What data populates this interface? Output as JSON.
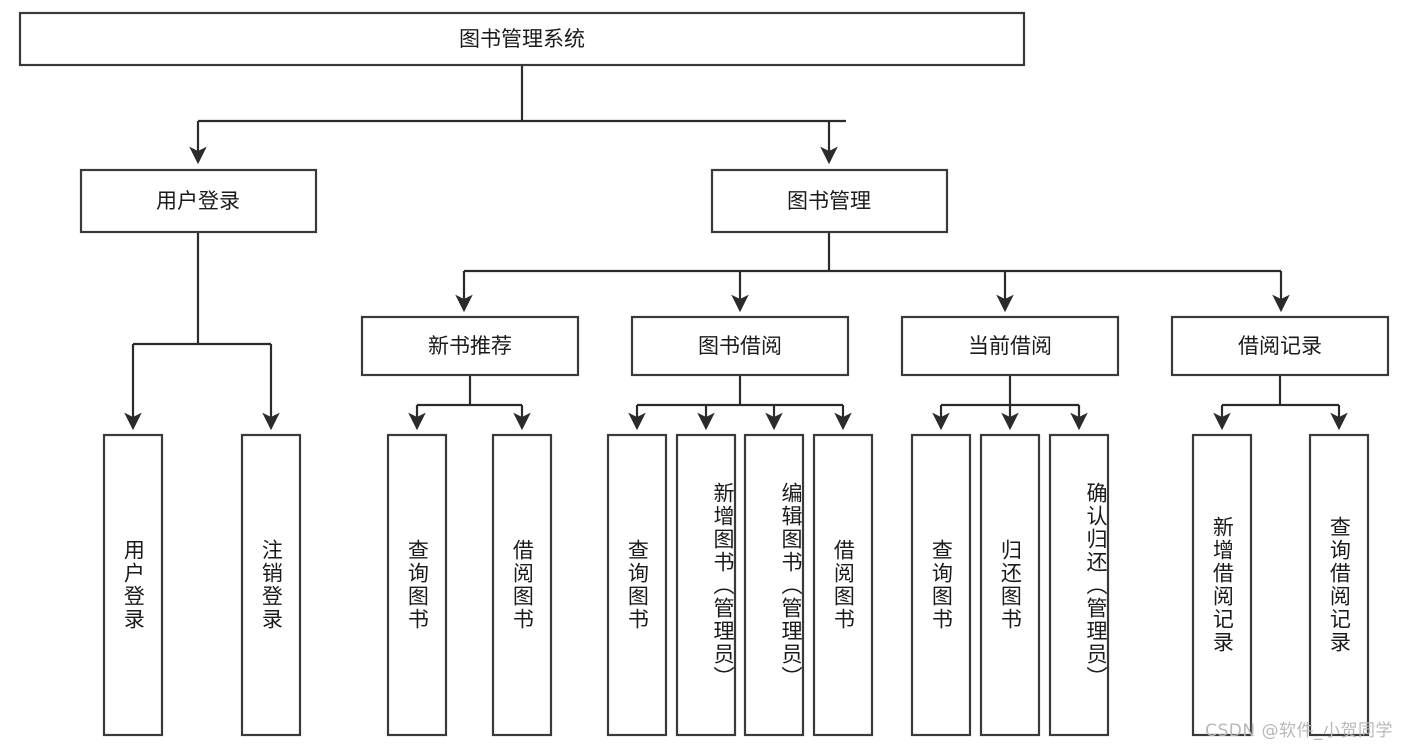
{
  "diagram": {
    "title_node": {
      "label": "图书管理系统"
    },
    "level2": [
      {
        "label": "用户登录"
      },
      {
        "label": "图书管理"
      }
    ],
    "level3": [
      {
        "label": "新书推荐"
      },
      {
        "label": "图书借阅"
      },
      {
        "label": "当前借阅"
      },
      {
        "label": "借阅记录"
      }
    ],
    "leaves": [
      {
        "label": "用户登录",
        "parent": "用户登录"
      },
      {
        "label": "注销登录",
        "parent": "用户登录"
      },
      {
        "label": "查询图书",
        "parent": "新书推荐"
      },
      {
        "label": "借阅图书",
        "parent": "新书推荐"
      },
      {
        "label": "查询图书",
        "parent": "图书借阅"
      },
      {
        "label": "新增图书（管理员）",
        "parent": "图书借阅"
      },
      {
        "label": "编辑图书（管理员）",
        "parent": "图书借阅"
      },
      {
        "label": "借阅图书",
        "parent": "图书借阅"
      },
      {
        "label": "查询图书",
        "parent": "当前借阅"
      },
      {
        "label": "归还图书",
        "parent": "当前借阅"
      },
      {
        "label": "确认归还（管理员）",
        "parent": "当前借阅"
      },
      {
        "label": "新增借阅记录",
        "parent": "借阅记录"
      },
      {
        "label": "查询借阅记录",
        "parent": "借阅记录"
      }
    ]
  },
  "watermark": {
    "text": "CSDN @软件_小贺同学"
  },
  "colors": {
    "box_stroke": "#3a3a3a",
    "edge": "#2b2b2b",
    "text": "#1b1b1b",
    "background": "#ffffff",
    "watermark": "#b8b8b8"
  }
}
